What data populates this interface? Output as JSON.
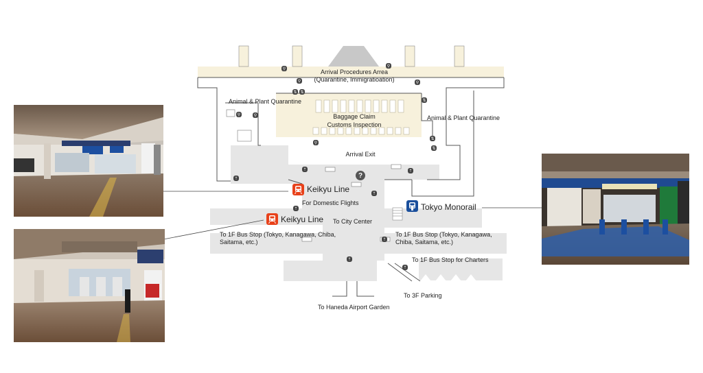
{
  "map": {
    "labels": {
      "arrival_procedures": "Arrival Procedures Arrea",
      "arrival_procedures_sub": "(Quarantine, Immigratioation)",
      "animal_plant_left": "Animal & Plant Quarantine",
      "animal_plant_right": "Animal & Plant Quarantine",
      "baggage_claim": "Baggage Claim",
      "customs_inspection": "Customs Inspection",
      "arrival_exit": "Arrival Exit",
      "for_domestic_flights": "For Domestic Flights",
      "to_city_center": "To City Center",
      "bus_stop_left": "To 1F Bus Stop (Tokyo, Kanagawa, Chiba,",
      "bus_stop_left_2": "Saitama, etc.)",
      "bus_stop_right": "To 1F Bus Stop (Tokyo, Kanagawa,",
      "bus_stop_right_2": "Chiba, Saitama, etc.)",
      "bus_stop_charters": "To 1F Bus Stop for Charters",
      "to_3f_parking": "To 3F Parking",
      "to_haneda_garden": "To Haneda Airport Garden"
    },
    "lines": {
      "keikyu_upper": "Keikyu Line",
      "keikyu_lower": "Keikyu Line",
      "tokyo_monorail": "Tokyo Monorail"
    },
    "colors": {
      "keikyu": "#e8411a",
      "monorail": "#1b4f9c",
      "floor": "#e4e4e4",
      "restricted_area": "#f7f1dc"
    },
    "icons": [
      "train-icon",
      "monorail-icon",
      "info-icon",
      "restroom-icon",
      "escalator-icon",
      "elevator-icon"
    ]
  },
  "photos": {
    "top_left": "station-entrance-photo",
    "bottom_left": "keikyu-gates-photo",
    "right": "monorail-gates-photo"
  }
}
